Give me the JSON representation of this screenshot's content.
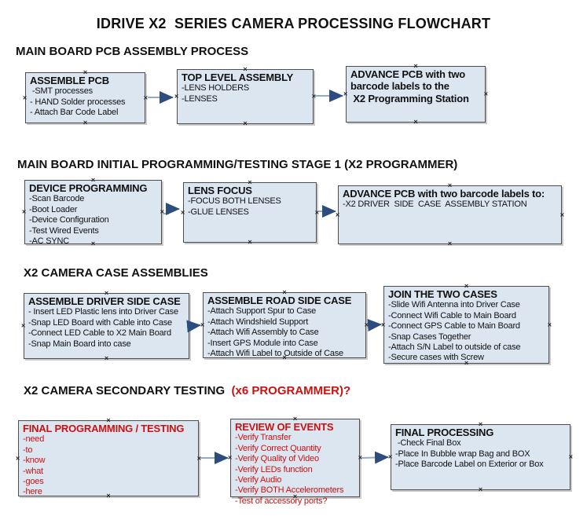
{
  "title": "IDRIVE X2  SERIES CAMERA PROCESSING FLOWCHART",
  "colors": {
    "background": "#ffffff",
    "text": "#111111",
    "accent_red": "#cc1111",
    "box_fill": "#dce6f1",
    "box_border": "#4d4d4d",
    "connector_line": "#93aac7",
    "connector_arrowhead": "#2c4d7e"
  },
  "icons": {
    "connection_point": "×",
    "arrowhead": "triangle-right"
  },
  "sections": [
    {
      "heading": "MAIN BOARD PCB ASSEMBLY PROCESS",
      "heading_accent": "",
      "boxes": [
        {
          "title": "ASSEMBLE PCB",
          "items": [
            " -SMT processes",
            "- HAND Solder processes",
            "- Attach Bar Code Label"
          ]
        },
        {
          "title": "TOP LEVEL ASSEMBLY",
          "items": [
            "-LENS HOLDERS",
            "-LENSES"
          ]
        },
        {
          "title": "ADVANCE PCB with two\nbarcode labels to the\n X2 Programming Station",
          "items": []
        }
      ]
    },
    {
      "heading": "MAIN BOARD INITIAL PROGRAMMING/TESTING STAGE 1 (X2 PROGRAMMER)",
      "heading_accent": "",
      "boxes": [
        {
          "title": "DEVICE PROGRAMMING",
          "items": [
            "-Scan Barcode",
            "-Boot Loader",
            "-Device Configuration",
            "-Test Wired Events",
            "-AC SYNC"
          ]
        },
        {
          "title": "LENS FOCUS",
          "items": [
            "-FOCUS BOTH LENSES",
            "-GLUE LENSES"
          ]
        },
        {
          "title": "ADVANCE PCB with two barcode labels to:",
          "items": [
            "-X2 DRIVER  SIDE  CASE  ASSEMBLY STATION"
          ]
        }
      ]
    },
    {
      "heading": "X2 CAMERA CASE ASSEMBLIES",
      "heading_accent": "",
      "boxes": [
        {
          "title": "ASSEMBLE DRIVER SIDE CASE",
          "items": [
            "- Insert LED Plastic lens into Driver Case",
            "-Snap LED Board with Cable into Case",
            "-Connect LED Cable to X2 Main Board",
            "-Snap Main Board into case"
          ]
        },
        {
          "title": "ASSEMBLE ROAD SIDE CASE",
          "items": [
            "-Attach Support Spur to Case",
            "-Attach Windshield Support",
            "-Attach Wifi Assembly to Case",
            "-Insert GPS Module into Case",
            "-Attach Wifi Label to Outside of Case"
          ]
        },
        {
          "title": "JOIN THE TWO CASES",
          "items": [
            "-Slide Wifi Antenna into Driver Case",
            "-Connect Wifi Cable to Main Board",
            "-Connect GPS Cable to Main Board",
            "-Snap Cases Together",
            "-Attach S/N Label to outside of case",
            "-Secure cases with Screw"
          ]
        }
      ]
    },
    {
      "heading": "X2 CAMERA SECONDARY TESTING  ",
      "heading_accent": "(x6 PROGRAMMER)?",
      "boxes": [
        {
          "title": "FINAL PROGRAMMING / TESTING",
          "items": [
            "-need",
            "-to",
            "-know",
            "-what",
            "-goes",
            "-here"
          ]
        },
        {
          "title": "REVIEW OF EVENTS",
          "items": [
            "-Verify Transfer",
            "-Verify Correct Quantity",
            "-Verify Quality of Video",
            "-Verify LEDs function",
            "-Verify Audio",
            "-Verify BOTH Accelerometers",
            "-Test of accessory ports?"
          ]
        },
        {
          "title": "FINAL PROCESSING",
          "items": [
            " -Check Final Box",
            "-Place In Bubble wrap Bag and BOX",
            "-Place Barcode Label on Exterior or Box"
          ]
        }
      ]
    }
  ]
}
